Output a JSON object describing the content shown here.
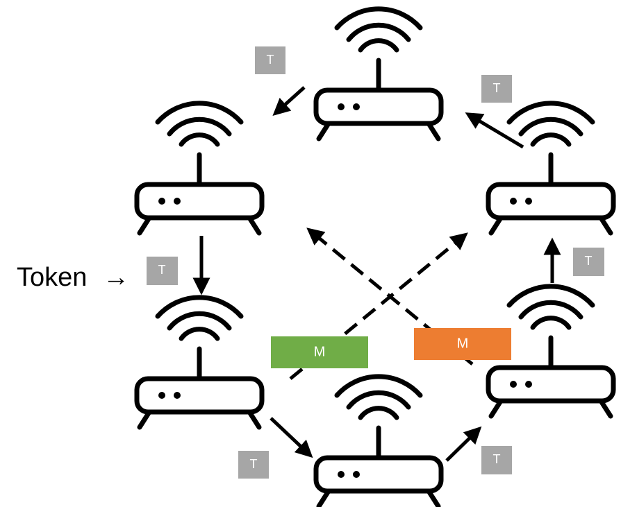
{
  "legend": {
    "label": "Token",
    "arrow": "→"
  },
  "token_label": "T",
  "message_label": "M",
  "messages": [
    {
      "id": "green",
      "label": "M",
      "color": "#70ad47"
    },
    {
      "id": "orange",
      "label": "M",
      "color": "#ed7d31"
    }
  ],
  "routers": [
    {
      "id": "top"
    },
    {
      "id": "upper-left"
    },
    {
      "id": "upper-right"
    },
    {
      "id": "lower-left"
    },
    {
      "id": "lower-right"
    },
    {
      "id": "bottom"
    }
  ],
  "icons": {
    "router": "wifi-router-icon",
    "token": "token-badge",
    "arrow": "arrow-icon"
  }
}
